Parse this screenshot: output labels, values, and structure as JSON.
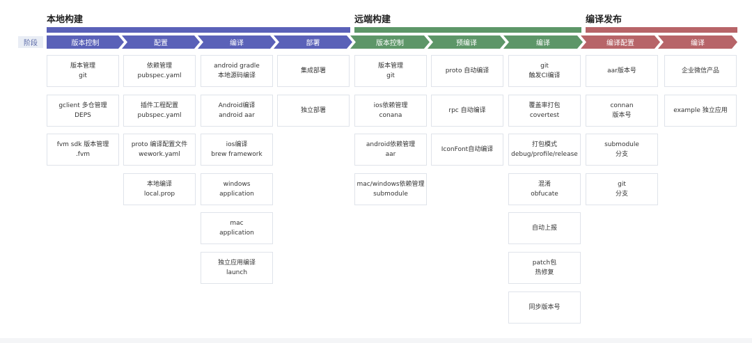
{
  "colors": {
    "local": "#5a61b8",
    "remote": "#5d9668",
    "release": "#b76468"
  },
  "groups": [
    {
      "title": "本地构建"
    },
    {
      "title": "远端构建"
    },
    {
      "title": "编译发布"
    }
  ],
  "stage_label": "阶段",
  "stages": [
    {
      "label": "版本控制"
    },
    {
      "label": "配置"
    },
    {
      "label": "编译"
    },
    {
      "label": "部署"
    },
    {
      "label": "版本控制"
    },
    {
      "label": "预编译"
    },
    {
      "label": "编译"
    },
    {
      "label": "编译配置"
    },
    {
      "label": "编译"
    }
  ],
  "columns": [
    {
      "cards": [
        {
          "l1": "版本管理",
          "l2": "git"
        },
        {
          "l1": "gclient 多仓管理",
          "l2": "DEPS"
        },
        {
          "l1": "fvm sdk 版本管理",
          "l2": ".fvm"
        }
      ]
    },
    {
      "cards": [
        {
          "l1": "依赖管理",
          "l2": "pubspec.yaml"
        },
        {
          "l1": "插件工程配置",
          "l2": "pubspec.yaml"
        },
        {
          "l1": "proto 编译配置文件",
          "l2": "wework.yaml"
        },
        {
          "l1": "本地编译",
          "l2": "local.prop"
        }
      ]
    },
    {
      "cards": [
        {
          "l1": "android gradle",
          "l2": "本地源码编译"
        },
        {
          "l1": "Android编译",
          "l2": "android aar"
        },
        {
          "l1": "ios编译",
          "l2": "brew framework"
        },
        {
          "l1": "windows",
          "l2": "application"
        },
        {
          "l1": "mac",
          "l2": "application"
        },
        {
          "l1": "独立应用编译",
          "l2": "launch"
        }
      ]
    },
    {
      "cards": [
        {
          "l1": "集成部署",
          "l2": ""
        },
        {
          "l1": "独立部署",
          "l2": ""
        }
      ]
    },
    {
      "cards": [
        {
          "l1": "版本管理",
          "l2": "git"
        },
        {
          "l1": "ios依赖管理",
          "l2": "conana"
        },
        {
          "l1": "android依赖管理",
          "l2": "aar"
        },
        {
          "l1": "mac/windows依赖管理",
          "l2": "submodule"
        }
      ]
    },
    {
      "cards": [
        {
          "l1": "proto 自动编译",
          "l2": ""
        },
        {
          "l1": "rpc 自动编译",
          "l2": ""
        },
        {
          "l1": "IconFont自动编译",
          "l2": ""
        }
      ]
    },
    {
      "cards": [
        {
          "l1": "git",
          "l2": "触发CI编译"
        },
        {
          "l1": "覆盖率打包",
          "l2": "covertest"
        },
        {
          "l1": "打包模式",
          "l2": "debug/profile/release"
        },
        {
          "l1": "混淆",
          "l2": "obfucate"
        },
        {
          "l1": "自动上报",
          "l2": ""
        },
        {
          "l1": "patch包",
          "l2": "热修复"
        },
        {
          "l1": "同步版本号",
          "l2": ""
        }
      ]
    },
    {
      "cards": [
        {
          "l1": "aar版本号",
          "l2": ""
        },
        {
          "l1": "connan",
          "l2": "版本号"
        },
        {
          "l1": "submodule",
          "l2": "分支"
        },
        {
          "l1": "git",
          "l2": "分支"
        }
      ]
    },
    {
      "cards": [
        {
          "l1": "企业微信产品",
          "l2": ""
        },
        {
          "l1": "example 独立应用",
          "l2": ""
        }
      ]
    }
  ]
}
